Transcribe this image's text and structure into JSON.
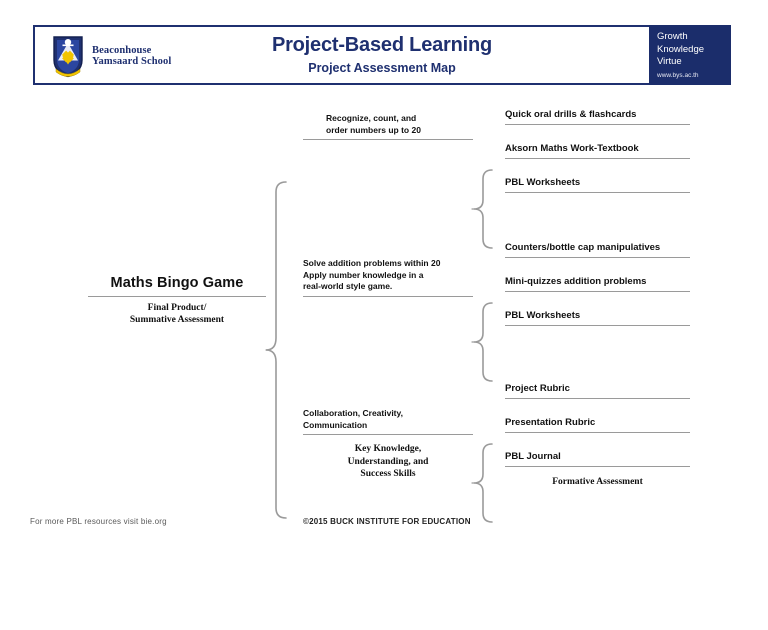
{
  "header": {
    "logo_icon": "beaconhouse-crest-icon",
    "school_name_line1": "Beaconhouse",
    "school_name_line2": "Yamsaard School",
    "title": "Project-Based Learning",
    "subtitle": "Project Assessment Map",
    "motto": {
      "line1": "Growth",
      "line2": "Knowledge",
      "line3": "Virtue",
      "url": "www.bys.ac.th"
    },
    "border_color": "#1f3070",
    "motto_box_color": "#1b2d6b",
    "title_color": "#1f3070"
  },
  "map": {
    "product": {
      "title": "Maths Bingo Game",
      "caption_line1": "Final Product/",
      "caption_line2": "Summative Assessment"
    },
    "branches": [
      {
        "goal_lines": [
          "Recognize, count, and",
          "order numbers up to 20"
        ],
        "leaves": [
          "Quick oral drills & flashcards",
          "Aksorn Maths Work-Textbook",
          "PBL Worksheets"
        ]
      },
      {
        "goal_lines": [
          "Solve addition problems within 20",
          "Apply number knowledge in a",
          "real-world style game."
        ],
        "leaves": [
          "Counters/bottle cap manipulatives",
          "Mini-quizzes addition problems",
          "PBL Worksheets"
        ]
      },
      {
        "goal_lines": [
          "Collaboration, Creativity,",
          "Communication"
        ],
        "leaves": [
          "Project Rubric",
          "Presentation Rubric",
          "PBL Journal"
        ],
        "caption_line1": "Key Knowledge,",
        "caption_line2": "Understanding, and",
        "caption_line3": "Success Skills"
      }
    ],
    "formative_caption": "Formative Assessment"
  },
  "footer": {
    "left": "For more PBL resources visit bie.org",
    "center": "©2015 BUCK INSTITUTE FOR EDUCATION"
  }
}
